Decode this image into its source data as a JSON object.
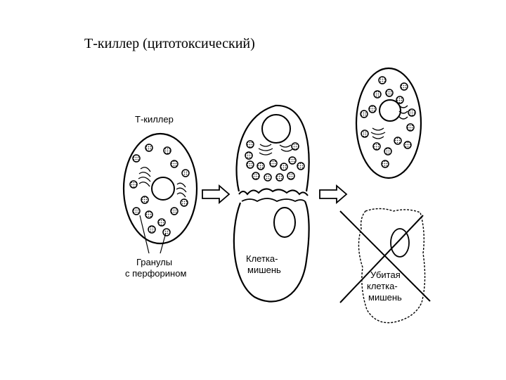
{
  "slide": {
    "title": "Т-киллер (цитотоксический)"
  },
  "diagram": {
    "stage1": {
      "cell_label": "Т-киллер",
      "granules_label_line1": "Гранулы",
      "granules_label_line2": "с перфорином"
    },
    "stage2": {
      "target_label_line1": "Клетка-",
      "target_label_line2": "мишень"
    },
    "stage3": {
      "killed_label_line1": "Убитая",
      "killed_label_line2": "клетка-",
      "killed_label_line3": "мишень"
    }
  }
}
